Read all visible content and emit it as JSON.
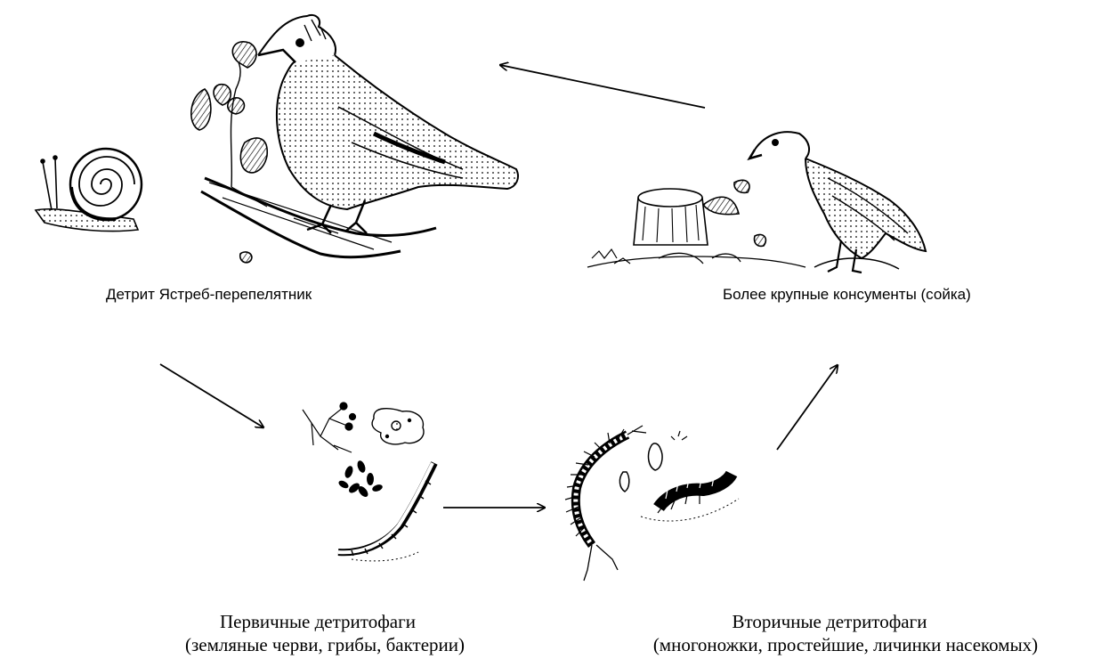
{
  "labels": {
    "top_left": "Детрит Ястреб-перепелятник",
    "top_right": "Более крупные консументы (сойка)",
    "primary_title": "Первичные детритофаги",
    "primary_sub": "(земляные черви, грибы, бактерии)",
    "secondary_title": "Вторичные детритофаги",
    "secondary_sub": "(многоножки, простейшие, личинки насекомых)"
  },
  "icons": [
    "snail-icon",
    "jay-bird-icon",
    "oak-branch-icon",
    "hawk-icon",
    "tree-stump-icon",
    "fungi-icon",
    "amoeba-icon",
    "bacteria-icon",
    "earthworm-icon",
    "centipede-icon",
    "larva-icon",
    "caterpillar-icon"
  ]
}
